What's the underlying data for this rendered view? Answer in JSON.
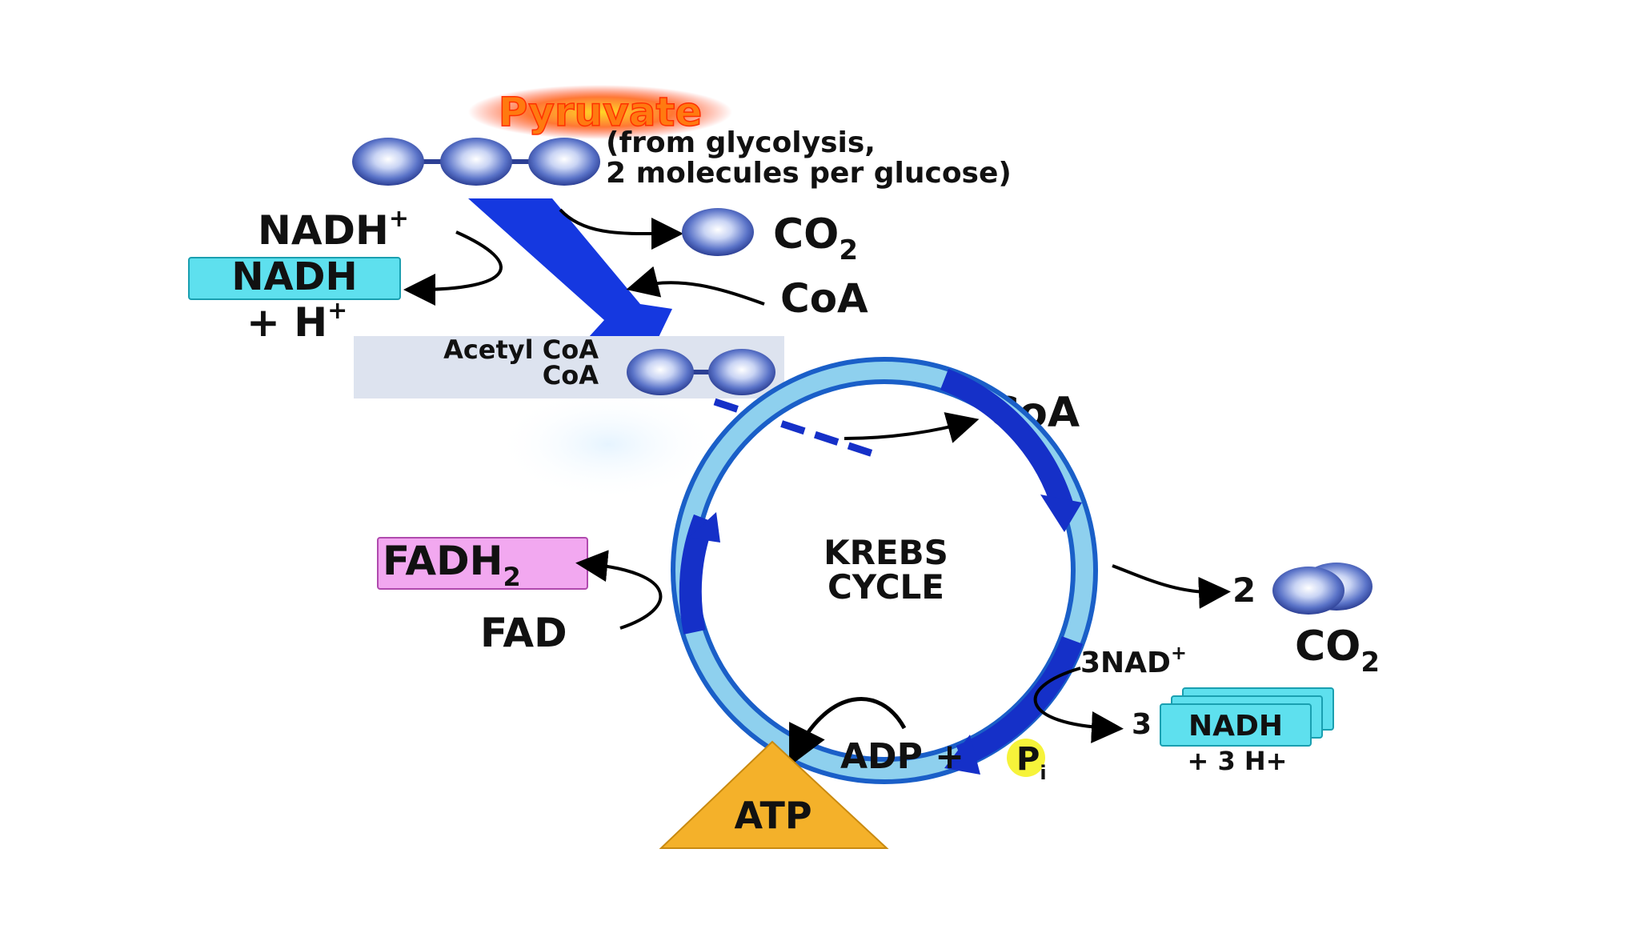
{
  "pyruvate": {
    "title": "Pyruvate",
    "note_line1": "(from glycolysis,",
    "note_line2": "2 molecules per glucose)"
  },
  "link_reaction": {
    "nad_in": "NADH",
    "nad_in_sup": "+",
    "nadh_box": "NADH",
    "h_plus": "+ H",
    "h_plus_sup": "+",
    "co2": "CO",
    "co2_sub": "2",
    "coa_in": "CoA",
    "acetyl_line1": "Acetyl CoA",
    "acetyl_line2": "CoA"
  },
  "krebs": {
    "title_line1": "KREBS",
    "title_line2": "CYCLE",
    "coa_out": "CoA",
    "fadh2": "FADH",
    "fadh2_sub": "2",
    "fad": "FAD",
    "co2_count": "2",
    "co2": "CO",
    "co2_sub": "2",
    "nad_in": "3NAD",
    "nad_in_sup": "+",
    "nadh_count": "3",
    "nadh_box": "NADH",
    "h_plus": "+ 3 H+",
    "adp": "ADP +",
    "pi": "P",
    "pi_sub": "i",
    "atp": "ATP"
  },
  "colors": {
    "molecule": "#5a73c8",
    "big_arrow": "#1538e0",
    "cycle_dark": "#1530c8",
    "cycle_light": "#8ed0ee",
    "nadh_box": "#5ee0ee",
    "fadh2_box": "#f2a8f0",
    "atp": "#f4b12a",
    "pi": "#f6f33a",
    "pyruvate_label": "#ff7a10"
  }
}
